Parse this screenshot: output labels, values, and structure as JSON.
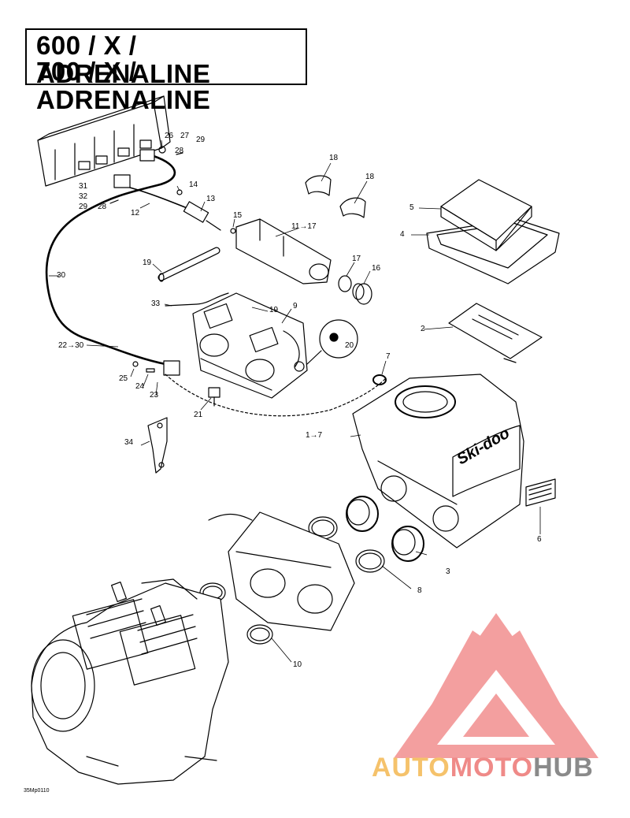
{
  "title": {
    "line1": "600 / X / ADRENALINE",
    "line2": "700 / X / ADRENALINE"
  },
  "callouts": {
    "c1_7": "1→7",
    "c2": "2",
    "c3": "3",
    "c4": "4",
    "c5": "5",
    "c6": "6",
    "c7": "7",
    "c8": "8",
    "c9": "9",
    "c10": "10",
    "c11_17": "11→17",
    "c12": "12",
    "c13": "13",
    "c14": "14",
    "c15": "15",
    "c16": "16",
    "c17": "17",
    "c18a": "18",
    "c18b": "18",
    "c19a": "19",
    "c19b": "19",
    "c20": "20",
    "c21": "21",
    "c22_30": "22→30",
    "c23": "23",
    "c24": "24",
    "c25": "25",
    "c26": "26",
    "c27": "27",
    "c28a": "28",
    "c28b": "28",
    "c29a": "29",
    "c29b": "29",
    "c30": "30",
    "c31": "31",
    "c32": "32",
    "c33": "33",
    "c34": "34"
  },
  "diagram_code": "35Mp0110",
  "silencer_logo": "Ski-doo",
  "watermark": {
    "part1": "AUTO",
    "part2": "MOTO",
    "part3": "HUB",
    "color1": "#f5c26b",
    "color2": "#ef8a88",
    "color3": "#8a8a8a",
    "logo_color": "#f08080"
  }
}
